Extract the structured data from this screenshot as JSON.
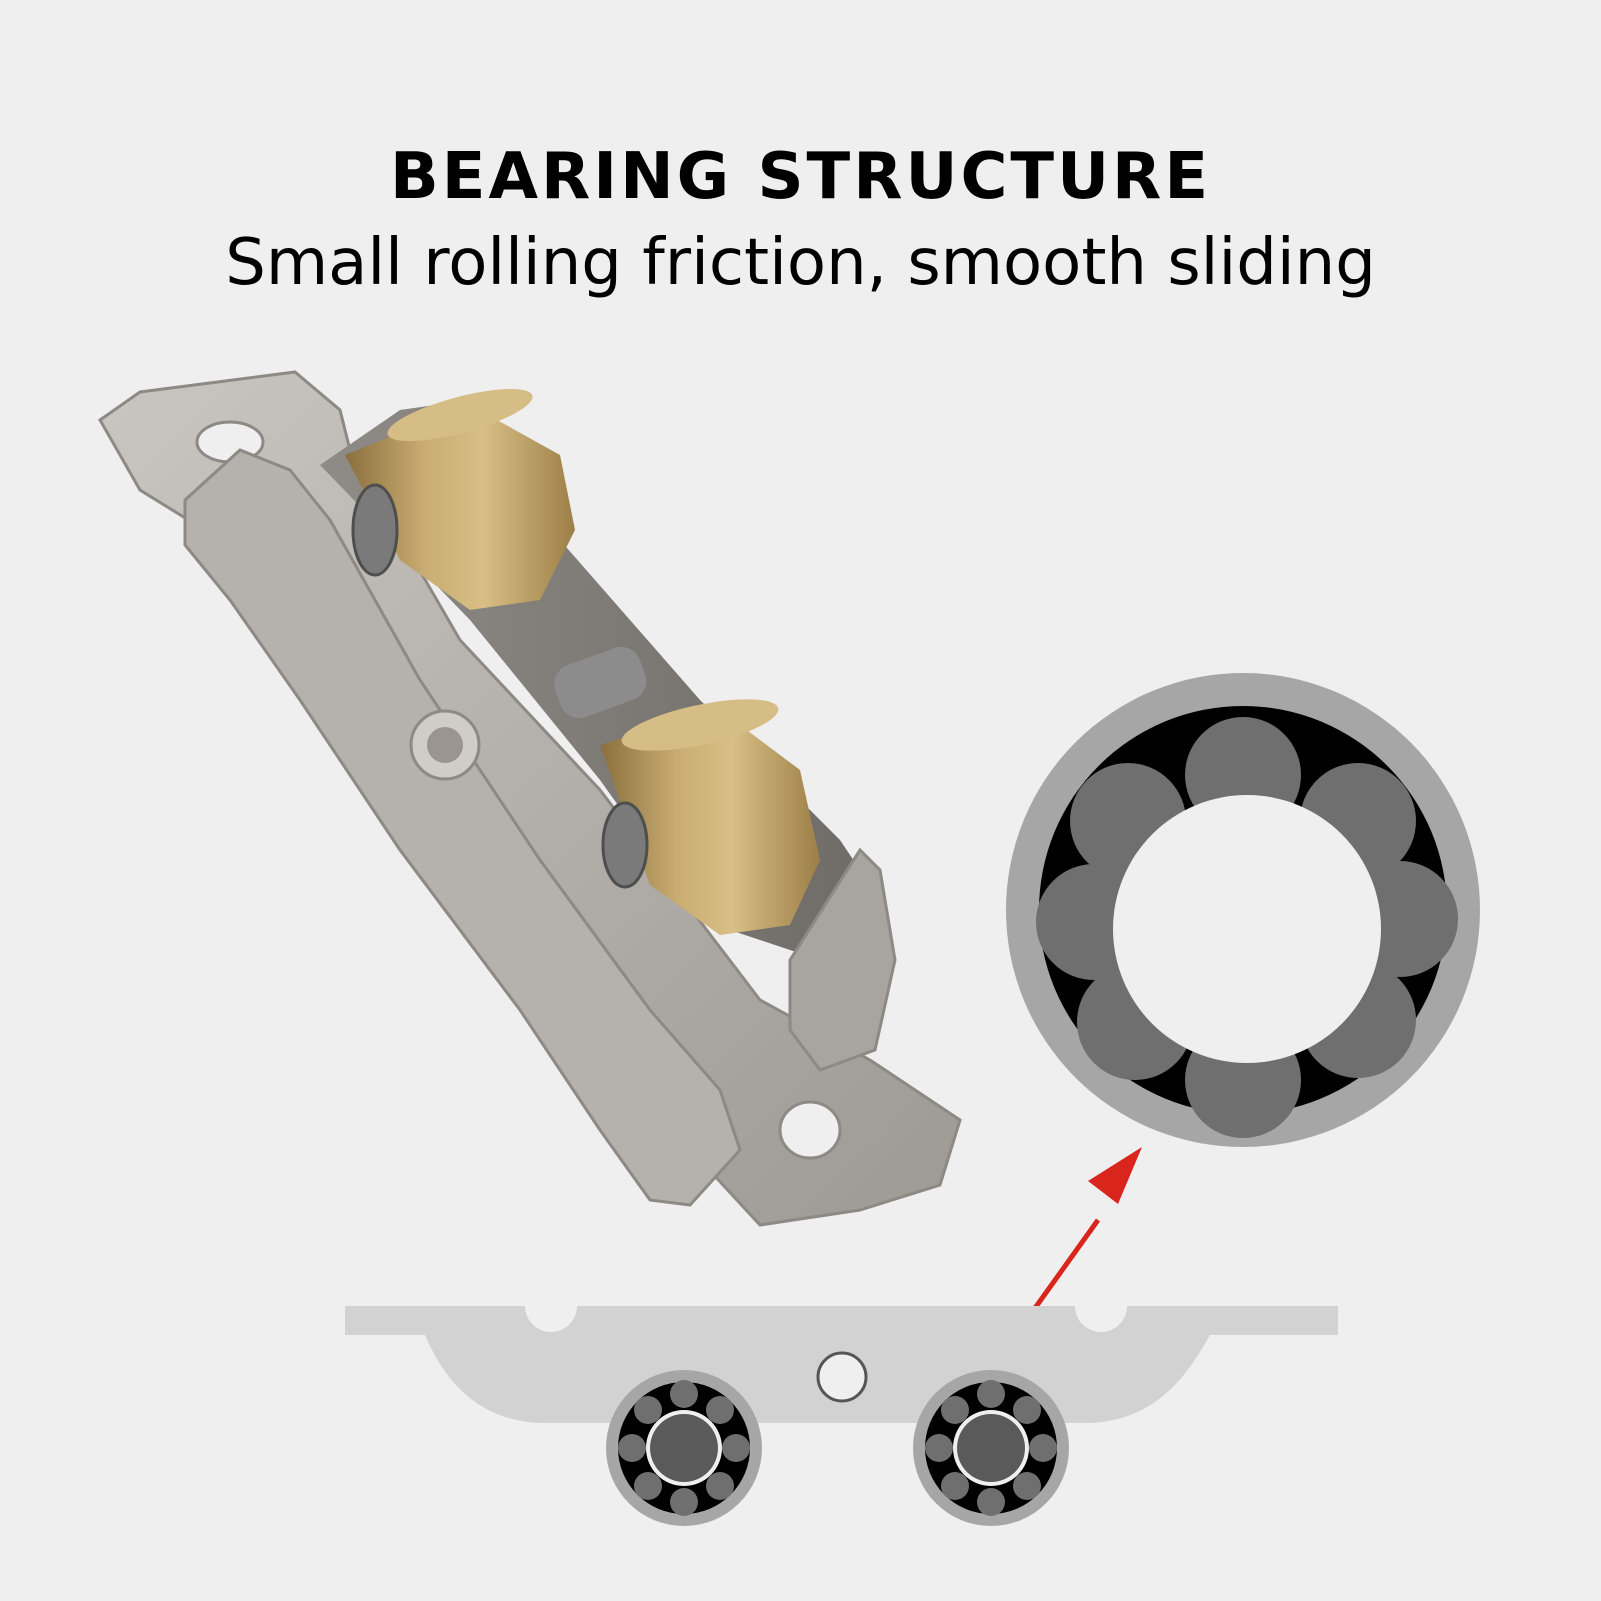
{
  "header": {
    "title": "BEARING STRUCTURE",
    "subtitle": "Small rolling friction, smooth sliding"
  },
  "illustration": {
    "product": "door-roller-photo",
    "detail": "bearing-cross-section",
    "pointer": "red-arrow",
    "colors": {
      "background": "#efefef",
      "steel": "#b9b6b2",
      "brass": "#bea066",
      "bearing_ring": "#a6a6a6",
      "bearing_ball": "#6f6f6f",
      "arrow": "#d9251c"
    }
  }
}
